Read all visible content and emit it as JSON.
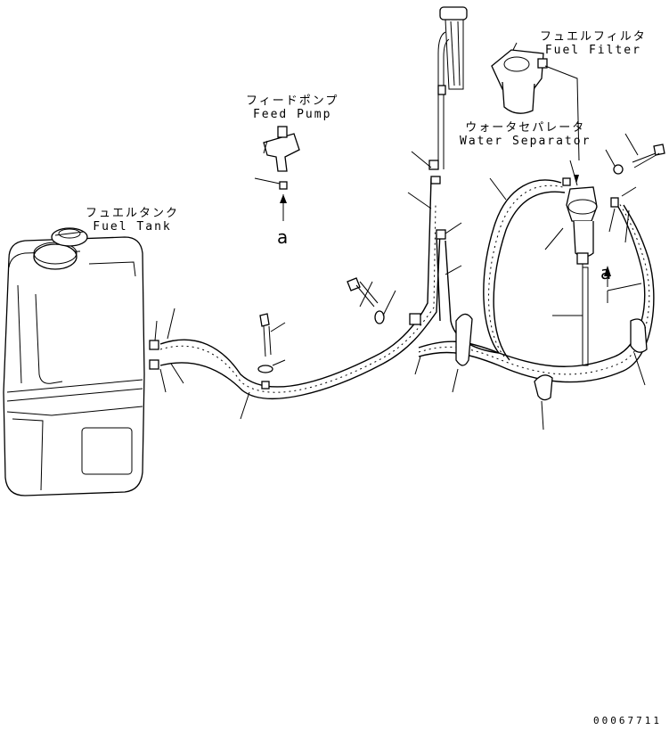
{
  "labels": {
    "fuel_tank_jp": "フュエルタンク",
    "fuel_tank_en": "Fuel Tank",
    "feed_pump_jp": "フィードポンプ",
    "feed_pump_en": "Feed Pump",
    "fuel_filter_jp": "フュエルフィルタ",
    "fuel_filter_en": "Fuel Filter",
    "water_separator_jp": "ウォータセパレータ",
    "water_separator_en": "Water Separator"
  },
  "view_marker": "a",
  "document_number": "00067711"
}
